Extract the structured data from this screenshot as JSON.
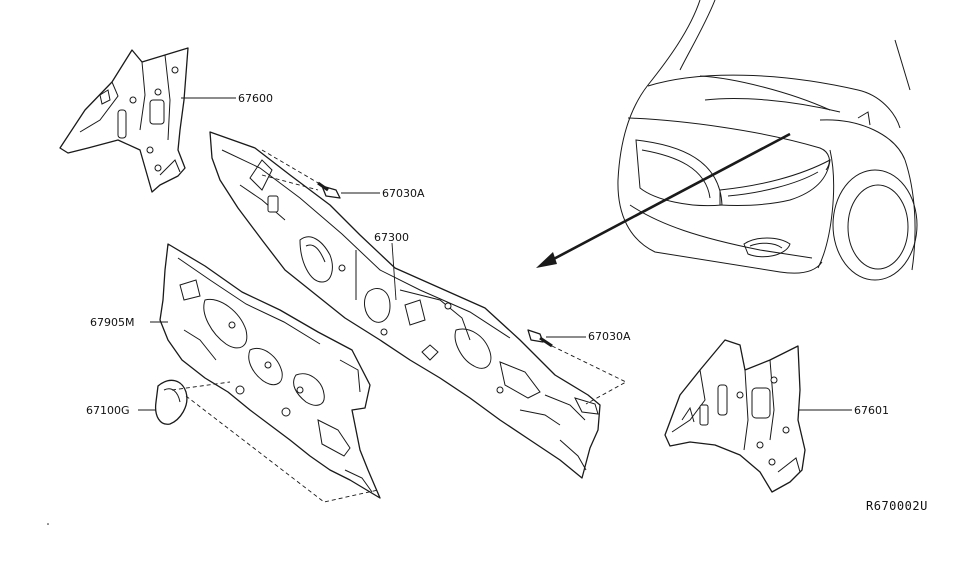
{
  "parts": {
    "p67600": "67600",
    "p67030A_upper": "67030A",
    "p67300": "67300",
    "p67905M": "67905M",
    "p67030A_lower": "67030A",
    "p67100G": "67100G",
    "p67601": "67601"
  },
  "diagram_code": "R670002U"
}
